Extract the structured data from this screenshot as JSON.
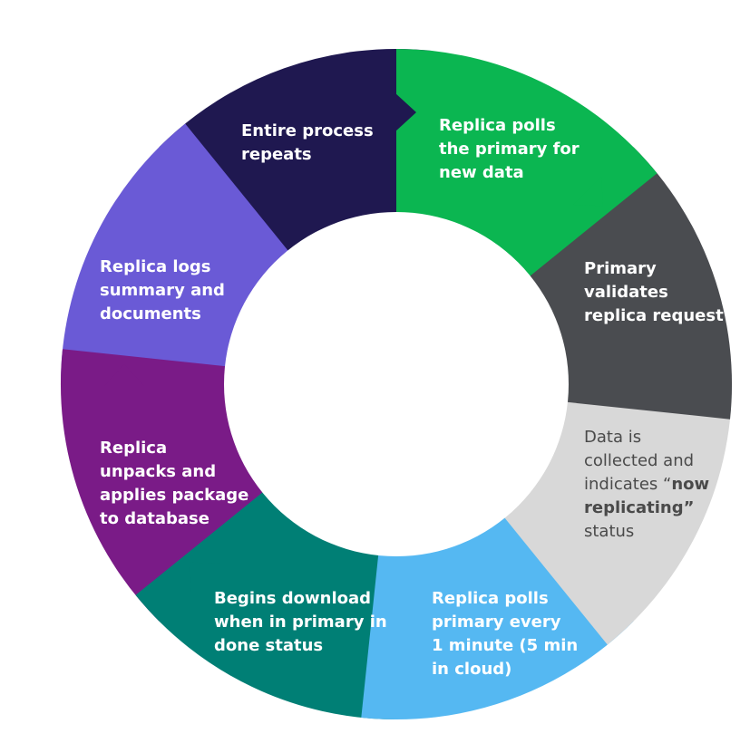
{
  "diagram": {
    "segments": [
      {
        "id": "s1",
        "text": "Replica polls\nthe primary for\nnew data",
        "color": "#0bb651",
        "text_color": "#ffffff"
      },
      {
        "id": "s2",
        "text": "Primary\nvalidates\nreplica request",
        "color": "#4a4c50",
        "text_color": "#ffffff"
      },
      {
        "id": "s3",
        "text_pre": "Data is\ncollected and\nindicates “",
        "text_strong": "now\nreplicating”",
        "text_post": "\nstatus",
        "color": "#d8d8d8",
        "text_color": "#4a4a4a"
      },
      {
        "id": "s4",
        "text": "Replica polls\nprimary every\n1 minute (5 min\nin cloud)",
        "color": "#55b8f2",
        "text_color": "#ffffff"
      },
      {
        "id": "s5",
        "text": "Begins download\nwhen in primary in\ndone status",
        "color": "#007f75",
        "text_color": "#ffffff"
      },
      {
        "id": "s6",
        "text": "Replica\nunpacks and\napplies package\nto database",
        "color": "#7a1b87",
        "text_color": "#ffffff"
      },
      {
        "id": "s7",
        "text": "Replica logs\nsummary and\ndocuments",
        "color": "#6a5ad6",
        "text_color": "#ffffff"
      },
      {
        "id": "s8",
        "text": "Entire process\nrepeats",
        "color": "#1f1850",
        "text_color": "#ffffff"
      }
    ]
  }
}
